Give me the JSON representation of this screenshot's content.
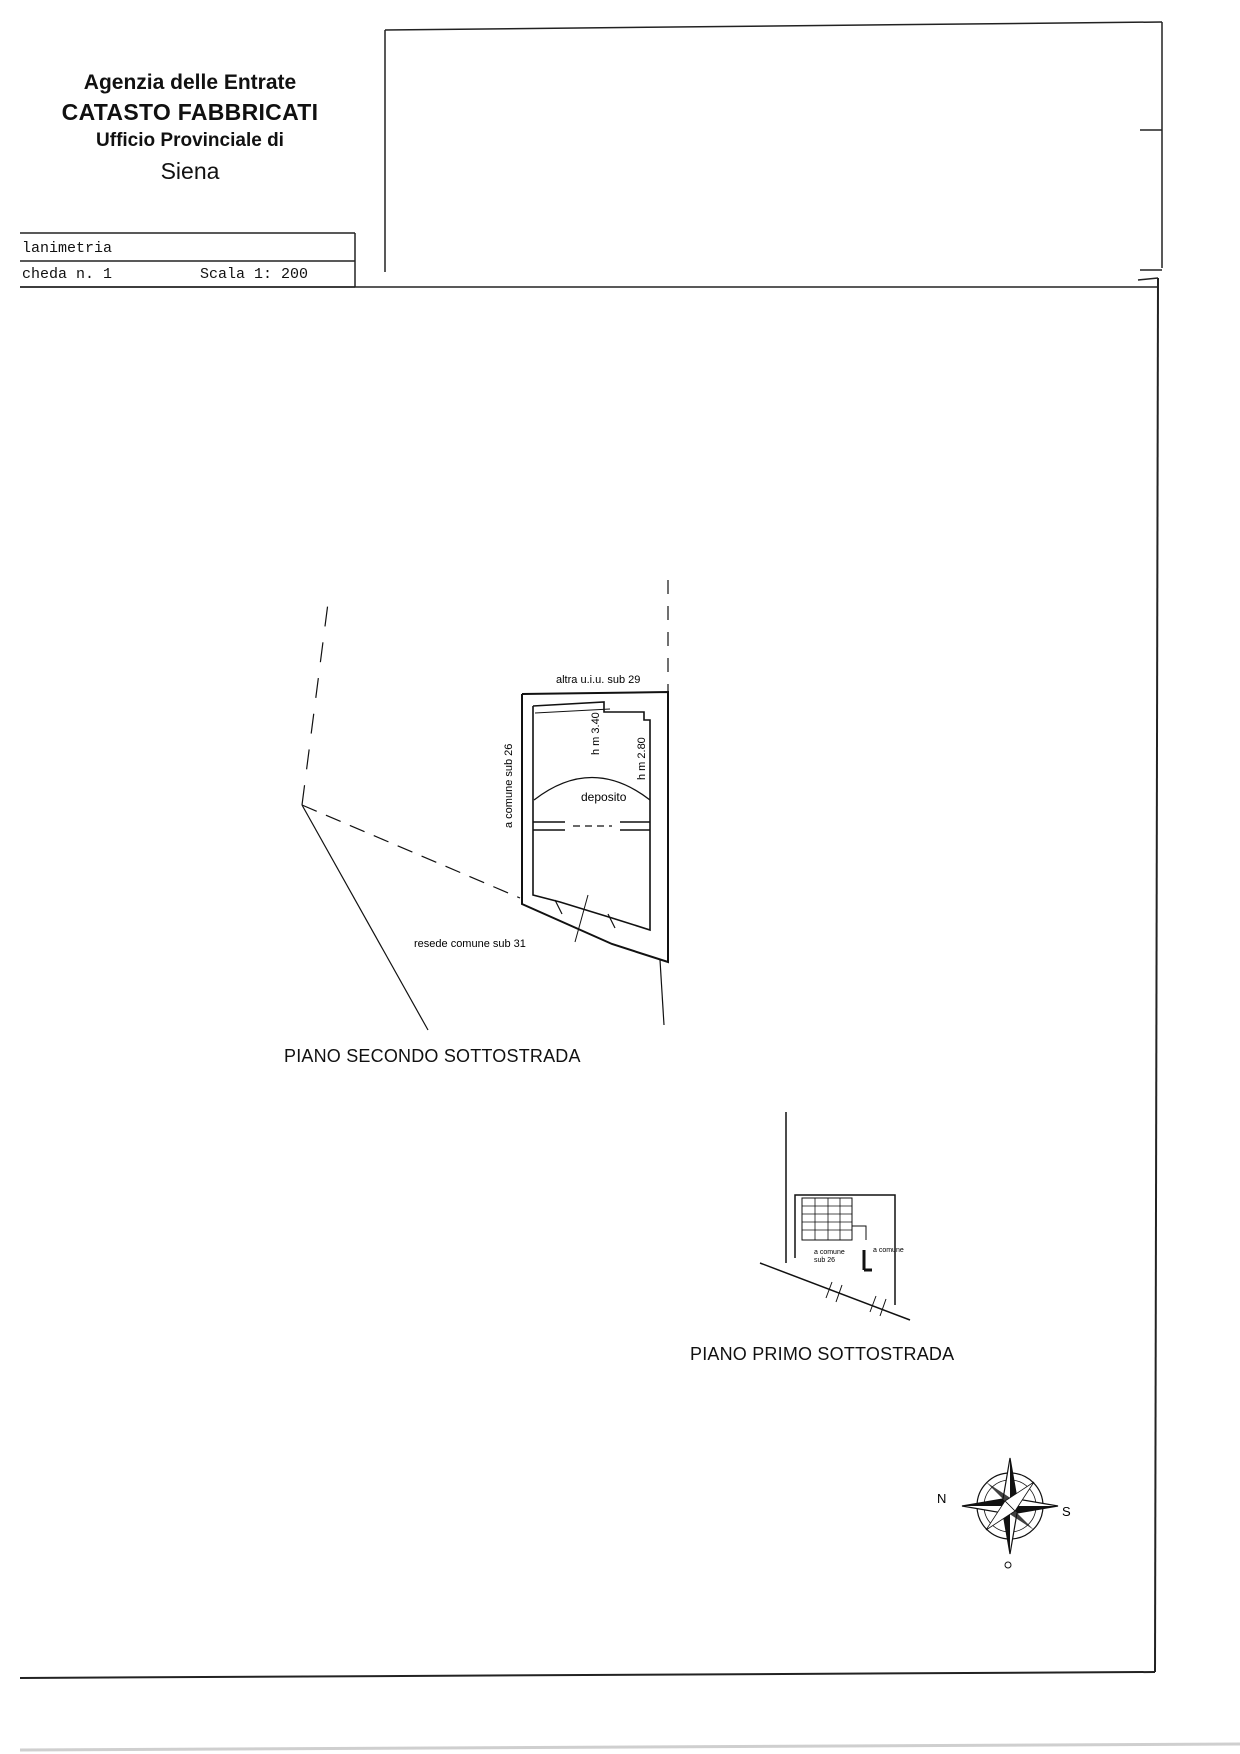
{
  "header": {
    "agency": "Agenzia delle Entrate",
    "catasto": "CATASTO FABBRICATI",
    "ufficio": "Ufficio Provinciale di",
    "city": "Siena"
  },
  "form": {
    "doc_type": "lanimetria",
    "sheet": "cheda n. 1",
    "scale": "Scala 1: 200"
  },
  "floor_lower": {
    "title": "PIANO  SECONDO SOTTOSTRADA",
    "room_name": "deposito",
    "height_1": "h m 3.40",
    "height_2": "h m 2.80",
    "label_north": "altra u.i.u. sub 29",
    "label_west": "a comune sub 26",
    "label_south": "resede comune sub 31"
  },
  "floor_upper": {
    "title": "PIANO  PRIMO SOTTOSTRADA",
    "label_1": "a comune",
    "label_1b": "sub 26",
    "label_2": "a comune"
  },
  "compass": {
    "n": "N",
    "s": "S"
  }
}
